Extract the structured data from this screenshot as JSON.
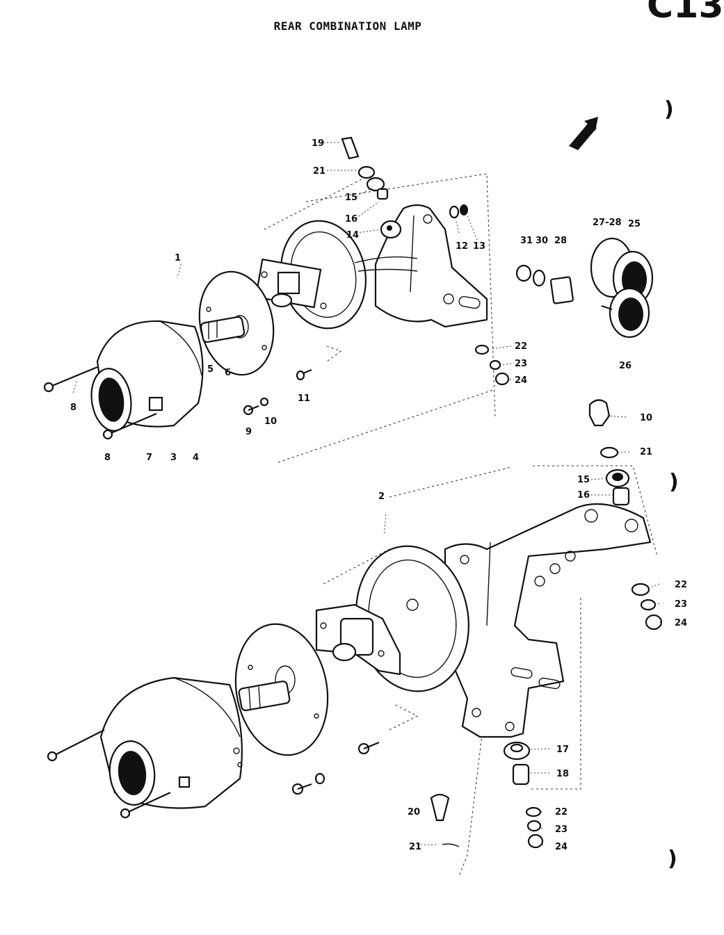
{
  "diagram": {
    "title": "REAR COMBINATION LAMP",
    "page_code": "C13",
    "callouts": {
      "assy_1": "1",
      "assy_2": "2",
      "p3": "3",
      "p4": "4",
      "p5": "5",
      "p6": "6",
      "p7": "7",
      "p8a": "8",
      "p8b": "8",
      "p9": "9",
      "p10a": "10",
      "p11": "11",
      "p12": "12",
      "p13": "13",
      "p14": "14",
      "p15a": "15",
      "p16a": "16",
      "p19": "19",
      "p21a": "21",
      "p22a": "22",
      "p23a": "23",
      "p24a": "24",
      "p25": "25",
      "p26": "26",
      "p27_28": "27-28",
      "p28": "28",
      "p30": "30",
      "p31": "31",
      "p10b": "10",
      "p21b": "21",
      "p15b": "15",
      "p16b": "16",
      "p22b": "22",
      "p23b": "23",
      "p24b": "24",
      "p17": "17",
      "p18": "18",
      "p20": "20",
      "p21c": "21",
      "p22c": "22",
      "p23c": "23",
      "p24c": "24"
    }
  }
}
